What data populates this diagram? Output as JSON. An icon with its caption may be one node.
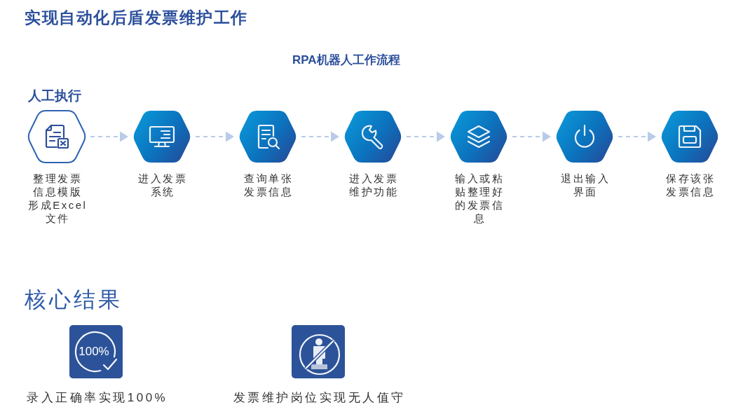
{
  "diagram": {
    "title": "实现自动化后盾发票维护工作",
    "nodes": [
      {
        "text": [
          "整理发票信息模版形成Excel文件"
        ]
      },
      {
        "text": [
          "进入发票系统"
        ]
      },
      {
        "text": [
          "查询单张发票信息"
        ]
      },
      {
        "text": [
          "进入发票维护功能"
        ]
      },
      {
        "text": [
          "输入或粘贴整理好的发票信息"
        ]
      },
      {
        "text": [
          "退出输入界面"
        ]
      },
      {
        "text": [
          "保存该张发票信息"
        ]
      },
      {
        "text": [
          "100%"
        ],
        "beside": [
          "录入正确率实现100%"
        ]
      },
      {
        "text": [],
        "shape": "picture",
        "beside": [
          "发票维护岗位实现无人值守"
        ]
      }
    ],
    "edges": [
      {
        "from": 0,
        "to": 1,
        "arrow": "to",
        "style": "dashed"
      },
      {
        "from": 1,
        "to": 2,
        "arrow": "to",
        "style": "dashed"
      },
      {
        "from": 2,
        "to": 3,
        "arrow": "to",
        "style": "dashed"
      },
      {
        "from": 3,
        "to": 4,
        "arrow": "to",
        "style": "dashed"
      },
      {
        "from": 4,
        "to": 5,
        "arrow": "to",
        "style": "dashed"
      },
      {
        "from": 5,
        "to": 6,
        "arrow": "to",
        "style": "dashed"
      }
    ],
    "labels": [
      "RPA机器人工作流程",
      "人工执行",
      "核心结果"
    ]
  }
}
